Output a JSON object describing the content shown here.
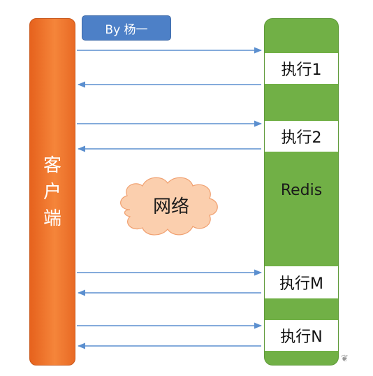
{
  "badge": {
    "label": "By 杨一"
  },
  "client": {
    "label": "客\n户\n端"
  },
  "server": {
    "label": "Redis"
  },
  "network": {
    "label": "网络"
  },
  "steps": [
    {
      "label": "执行1"
    },
    {
      "label": "执行2"
    },
    {
      "label": "执行M"
    },
    {
      "label": "执行N"
    }
  ],
  "colors": {
    "client": "#f0792f",
    "server": "#71b046",
    "arrow": "#5b8fcf",
    "cloud": "#fbcfae",
    "badge": "#4d80c7"
  }
}
